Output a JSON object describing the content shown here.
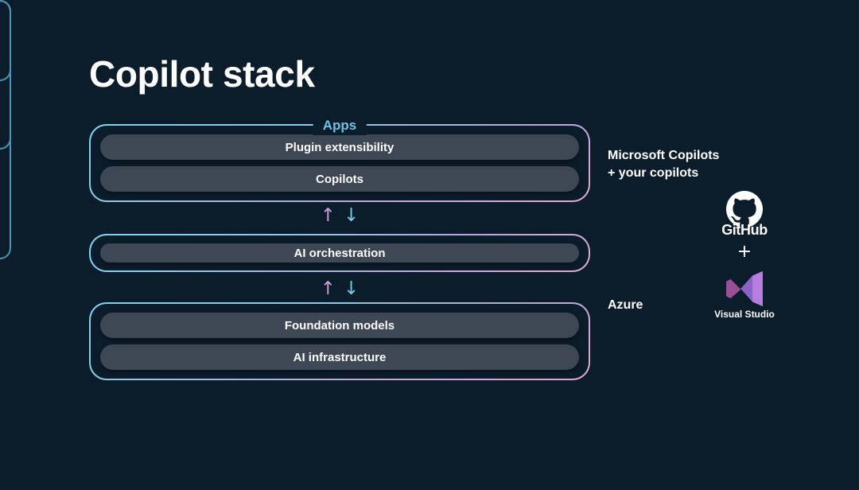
{
  "page": {
    "title": "Copilot stack",
    "background_color": "#0b1d2b"
  },
  "colors": {
    "background": "#0b1d2b",
    "pill_fill": "#3e4855",
    "accent_cyan": "#6fc2e6",
    "accent_pink": "#e3a8d6",
    "brace": "#4f93b8",
    "text": "#ffffff",
    "arrow_up": "#cf9ed6",
    "arrow_down": "#79c8e8",
    "vs_purple_dark": "#5c2d91",
    "vs_purple_light": "#b77fdd"
  },
  "stack": {
    "groups": [
      {
        "id": "apps",
        "legend": "Apps",
        "rows": [
          {
            "label": "Plugin extensibility"
          },
          {
            "label": "Copilots"
          }
        ]
      },
      {
        "id": "orchestration",
        "legend": "",
        "rows": [
          {
            "label": "AI orchestration"
          }
        ]
      },
      {
        "id": "foundation",
        "legend": "",
        "rows": [
          {
            "label": "Foundation models"
          },
          {
            "label": "AI infrastructure"
          }
        ]
      }
    ],
    "connectors": [
      {
        "id": "apps-to-orchestration",
        "up": "↑",
        "down": "↓"
      },
      {
        "id": "orchestration-to-foundation",
        "up": "↑",
        "down": "↓"
      }
    ]
  },
  "annotations": {
    "copilots": {
      "line1": "Microsoft Copilots",
      "line2": "+ your copilots"
    },
    "azure": {
      "label": "Azure"
    },
    "tools": {
      "plus": "+",
      "github": {
        "wordmark": "GitHub",
        "icon": "github-octocat-icon"
      },
      "visual_studio": {
        "wordmark": "Visual Studio",
        "icon": "visual-studio-icon"
      }
    }
  }
}
